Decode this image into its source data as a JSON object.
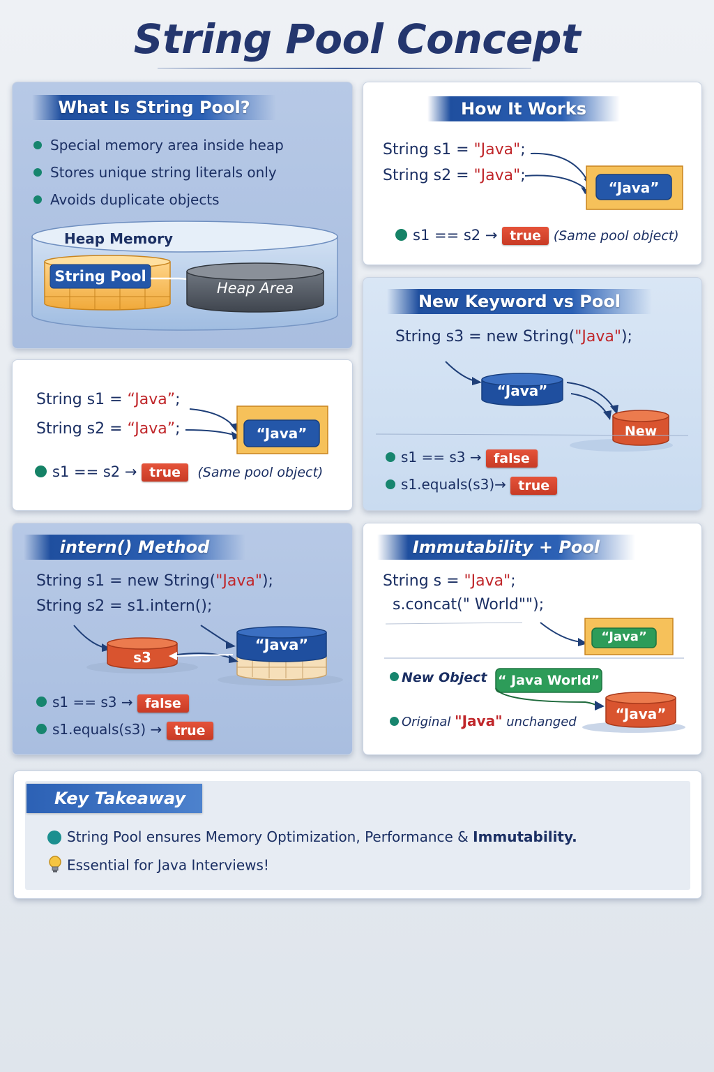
{
  "title": "String Pool Concept",
  "what_is": {
    "heading": "What Is String Pool?",
    "bullets": [
      "Special memory area inside heap",
      "Stores unique string literals only",
      "Avoids duplicate objects"
    ],
    "heap_label": "Heap Memory",
    "pool_label": "String Pool",
    "area_label": "Heap Area"
  },
  "how_it_works": {
    "heading": "How It Works",
    "line1_pre": "String s1 = ",
    "line1_str": "\"Java\"",
    "line2_pre": "String s2 = ",
    "line2_str": "\"Java\"",
    "semi": ";",
    "obj_label": "“Java”",
    "result_expr": "s1 == s2",
    "arrow": "→",
    "result": "true",
    "note": "(Same pool object)"
  },
  "repeat": {
    "line1_pre": "String s1 = ",
    "line1_str": "“Java”",
    "line2_pre": "String s2 = ",
    "line2_str": "“Java”",
    "semi": ";",
    "obj_label": "“Java”",
    "result_expr": "s1 == s2",
    "arrow": "→",
    "result": "true",
    "note": "(Same pool object)"
  },
  "new_keyword": {
    "heading": "New Keyword vs Pool",
    "line_pre": "String s3 = new String(",
    "line_str": "\"Java\"",
    "line_post": ");",
    "pool_obj": "“Java”",
    "new_obj": "New",
    "result1_expr": "s1 == s3",
    "result1": "false",
    "result2_expr": "s1.equals(s3)",
    "result2": "true",
    "arrow": "→"
  },
  "intern": {
    "heading": "intern() Method",
    "line1_pre": "String s1 = new String(",
    "line1_str": "\"Java\"",
    "line1_post": ");",
    "line2": "String s2 = s1.intern();",
    "s3_label": "s3",
    "pool_obj": "“Java”",
    "result1_expr": "s1 == s3",
    "result1": "false",
    "result2_expr": "s1.equals(s3)",
    "result2": "true",
    "arrow": "→"
  },
  "immutability": {
    "heading": "Immutability + Pool",
    "line1_pre": "String s = ",
    "line1_str": "\"Java\"",
    "line1_post": ";",
    "line2": "s.concat(\" World\"\");",
    "obj_java": "“Java”",
    "new_object_label": "New Object",
    "obj_java_world": "“ Java World”",
    "original_pre": "Original ",
    "original_str": "\"Java\"",
    "original_post": " unchanged",
    "obj_java2": "“Java”"
  },
  "takeaway": {
    "heading": "Key Takeaway",
    "line1_pre": "String Pool ensures Memory Optimization, Performance & ",
    "line1_bold": "Immutability.",
    "line2": "Essential for Java Interviews!"
  },
  "colors": {
    "navy": "#1b2f63",
    "banner_blue": "#1f4f9f",
    "literal_red": "#c0262a",
    "badge_red": "#d4432c",
    "bullet_green": "#17856e",
    "pool_orange": "#f4b446"
  }
}
